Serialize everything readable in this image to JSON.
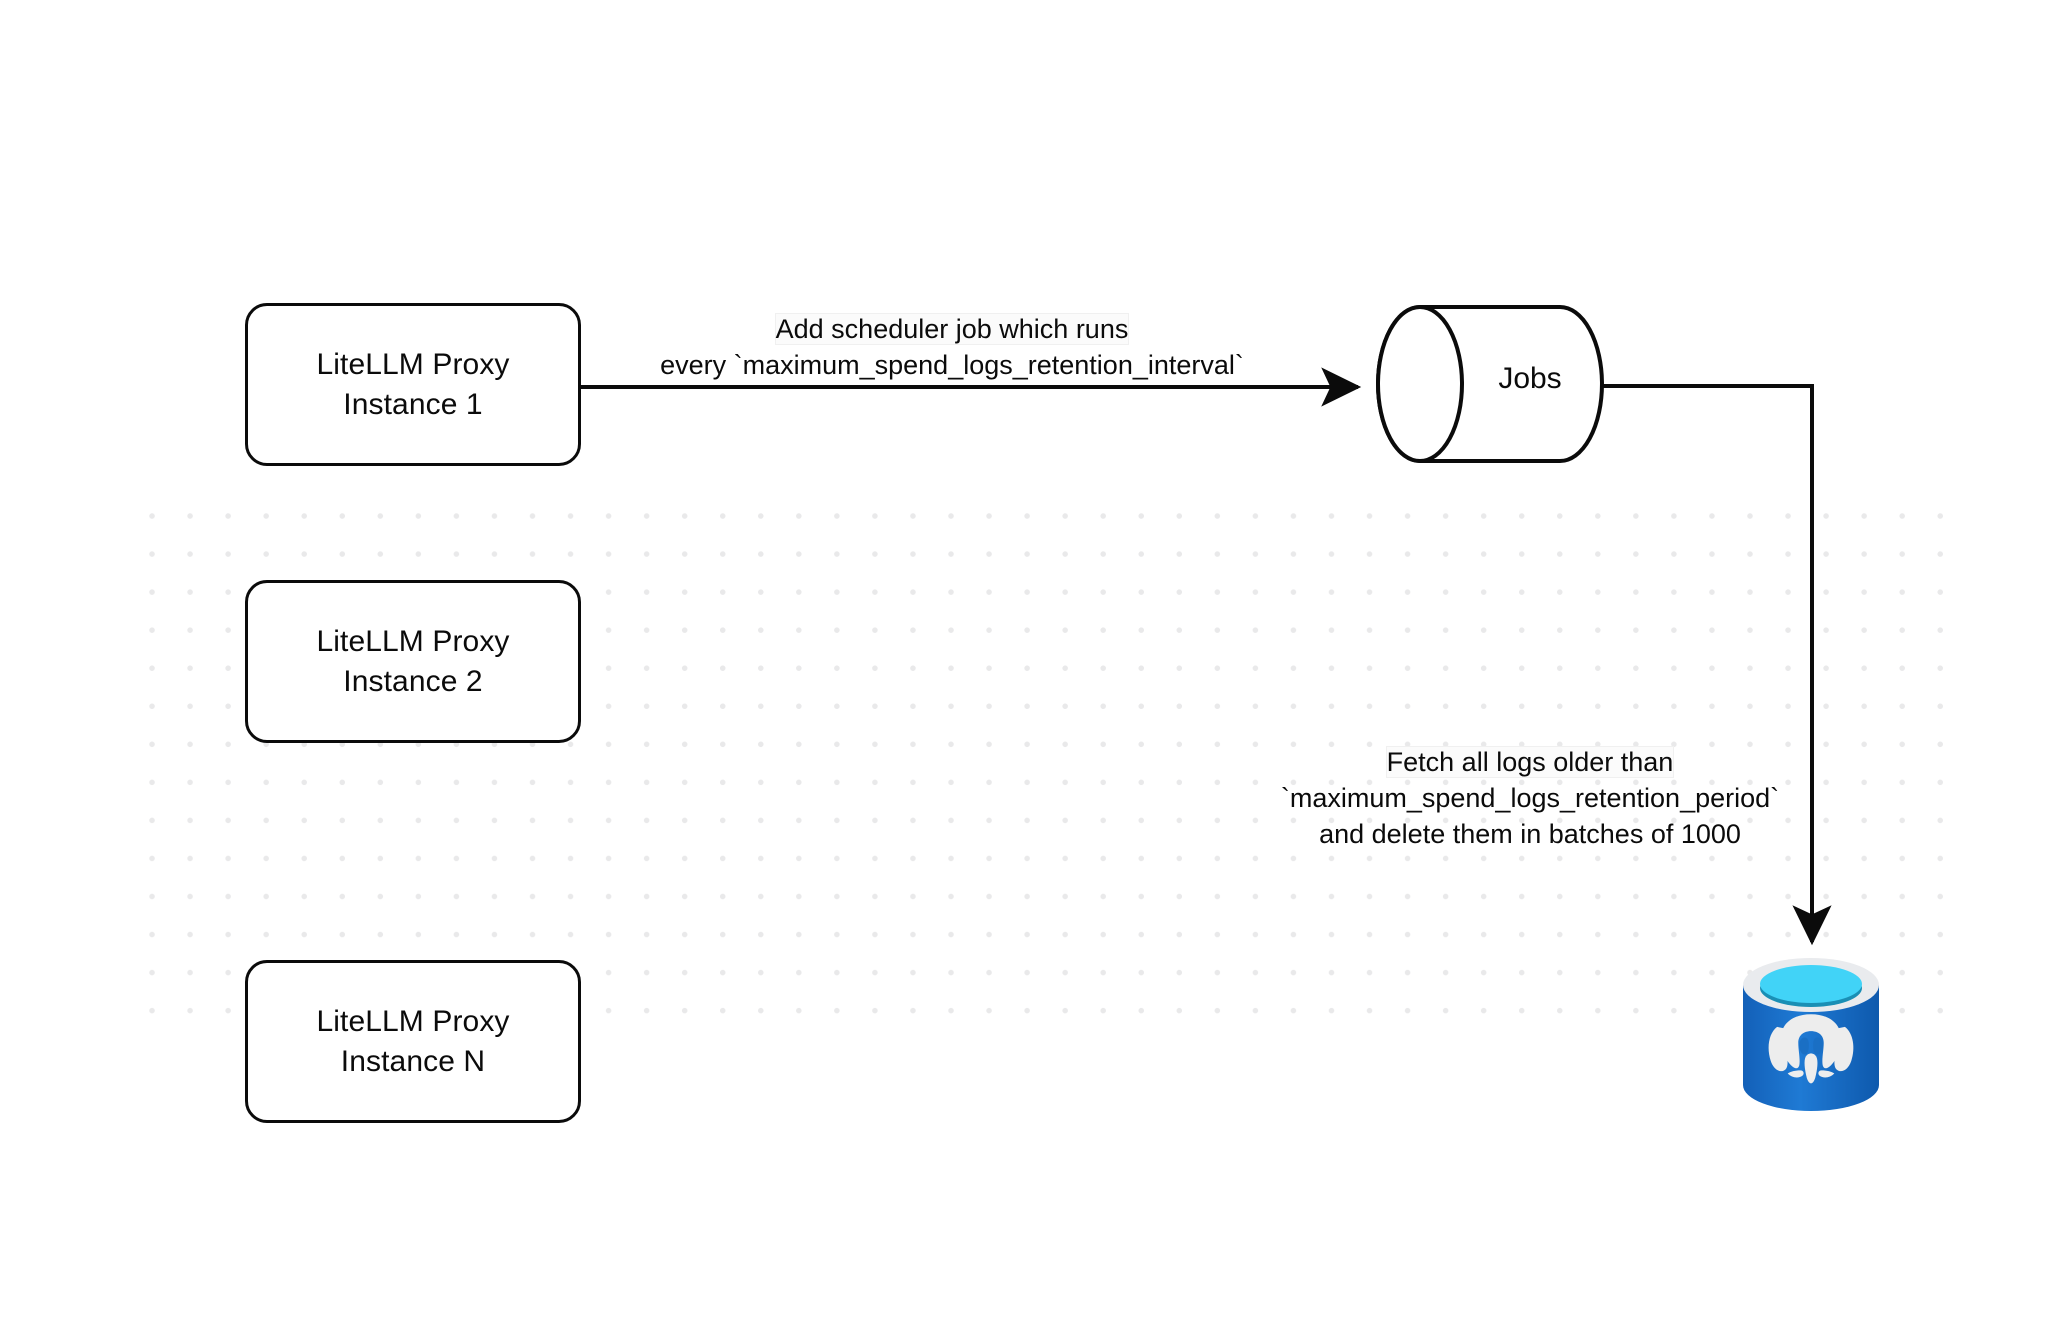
{
  "diagram": {
    "title": "LiteLLM spend logs retention scheduler flow",
    "background_color": "#ffffff",
    "dot_color": "#e9e9ea",
    "stroke_color": "#0b0b0b",
    "nodes": {
      "instance_1": {
        "line1": "LiteLLM Proxy",
        "line2": "Instance 1"
      },
      "instance_2": {
        "line1": "LiteLLM Proxy",
        "line2": "Instance 2"
      },
      "instance_n": {
        "line1": "LiteLLM Proxy",
        "line2": "Instance N"
      },
      "jobs": {
        "label": "Jobs"
      },
      "database": {
        "name": "postgresql-database",
        "body_color": "#1a6fc4",
        "top_color": "#3fd2f5",
        "logo_color": "#ececec"
      }
    },
    "edges": {
      "scheduler": {
        "line1": "Add scheduler job which runs",
        "line2": "every `maximum_spend_logs_retention_interval`"
      },
      "fetch": {
        "line1": "Fetch all logs older than",
        "line2": "`maximum_spend_logs_retention_period`",
        "line3": "and delete them in batches of 1000"
      }
    }
  }
}
